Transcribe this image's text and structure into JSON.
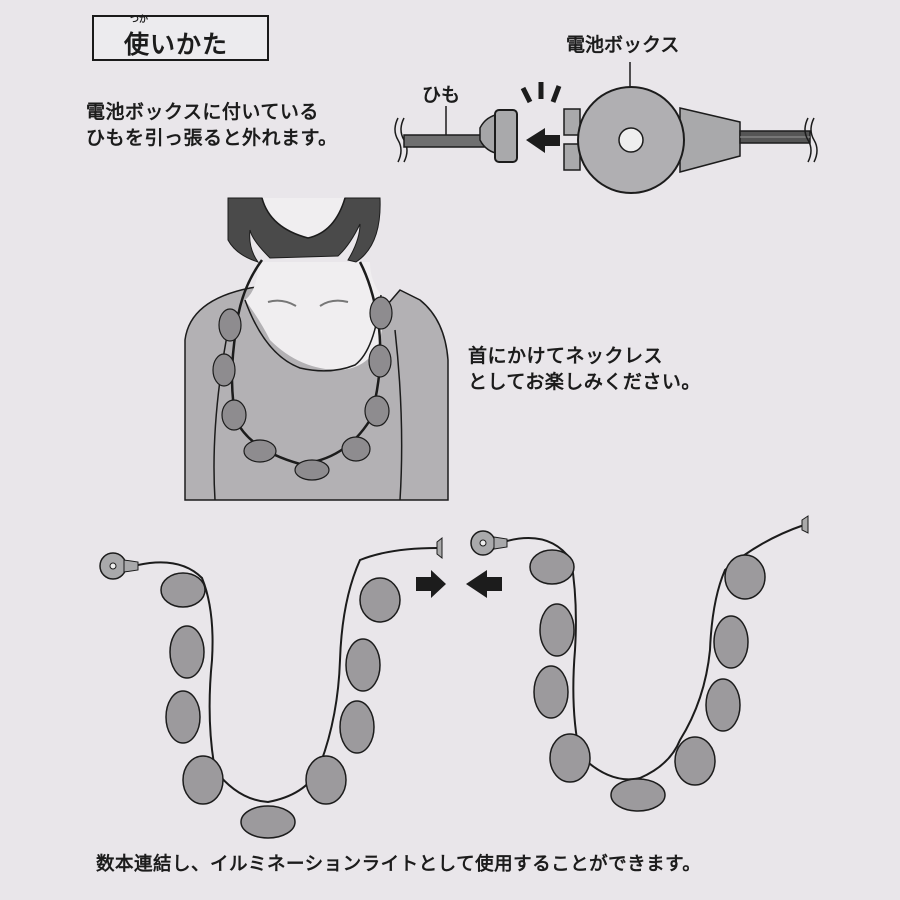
{
  "header": {
    "title": "使いかた",
    "title_ruby": "つか"
  },
  "section1": {
    "instruction_line1": "電池ボックスに付いている",
    "instruction_line2": "ひもを引っ張ると外れます。",
    "label_battery_box": "電池ボックス",
    "label_string": "ひも"
  },
  "section2": {
    "instruction_line1": "首にかけてネックレス",
    "instruction_line2": "としてお楽しみください。"
  },
  "section3": {
    "caption": "数本連結し、イルミネーションライトとして使用することができます。"
  },
  "illustrations": [
    {
      "name": "battery-box-detach-diagram",
      "icon": "battery-box-icon"
    },
    {
      "name": "woman-wearing-necklace",
      "icon": "necklace-icon"
    },
    {
      "name": "two-linked-light-strings",
      "icon": "light-string-icon"
    }
  ],
  "colors": {
    "background": "#e9e6ea",
    "ink": "#1c1c1c",
    "fill_gray": "#a9a9ab",
    "dark_gray": "#555555",
    "shirt": "#b3b1b4"
  }
}
